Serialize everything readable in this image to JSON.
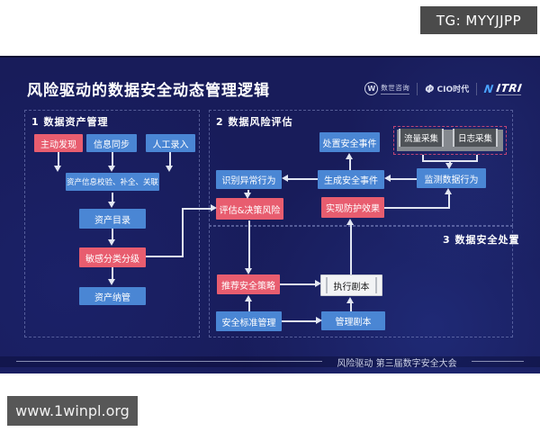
{
  "overlay": {
    "tg_badge": "TG: MYYJJPP",
    "watermark": "www.1winpl.org"
  },
  "slide": {
    "title": "风险驱动的数据安全动态管理逻辑",
    "logos": {
      "shushi": "数世咨询",
      "shushi_mark": "W",
      "cio": "CIO时代",
      "cio_mark": "Φ",
      "nitri_n": "N",
      "nitri_rest": "ITRI"
    },
    "footer": "风险驱动 第三届数字安全大会"
  },
  "diagram": {
    "sections": {
      "s1": "1 数据资产管理",
      "s2": "2 数据风险评估",
      "s3": "3 数据安全处置"
    },
    "nodes": {
      "discover": "主动发现",
      "sync": "信息同步",
      "manual": "人工录入",
      "verify": "资产信息校验、补全、关联",
      "catalog": "资产目录",
      "classify": "敏感分类分级",
      "manage": "资产纳管",
      "identify": "识别异常行为",
      "assess": "评估&决策风险",
      "handle": "处置安全事件",
      "generate": "生成安全事件",
      "protect": "实现防护效果",
      "monitor": "监测数据行为",
      "traffic": "流量采集",
      "logcollect": "日志采集",
      "recommend": "推荐安全策略",
      "execute": "执行剧本",
      "standard": "安全标准管理",
      "playbook": "管理剧本"
    },
    "colors": {
      "background": "#181c5a",
      "box_blue": "#4a86d4",
      "box_red": "#e85d6f",
      "box_gray": "#4e5257",
      "collector_border": "#c04575",
      "arrow": "#e2e6f2"
    }
  }
}
